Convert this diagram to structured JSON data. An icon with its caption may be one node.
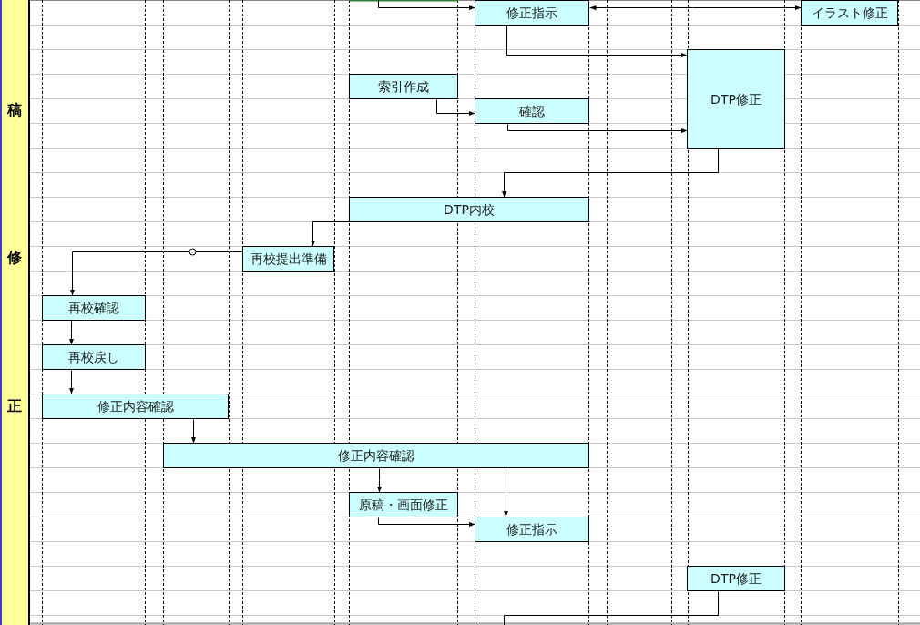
{
  "diagram": {
    "nodes": [
      {
        "text": [
          "稿",
          "修",
          "正"
        ]
      },
      {
        "text": [
          "修正指示"
        ]
      },
      {
        "text": [
          "イラスト修正"
        ]
      },
      {
        "text": [
          "DTP修正"
        ]
      },
      {
        "text": [
          "索引作成"
        ]
      },
      {
        "text": [
          "確認"
        ]
      },
      {
        "text": [
          "DTP内校"
        ]
      },
      {
        "text": [
          "再校提出準備"
        ]
      },
      {
        "text": [
          "再校確認"
        ]
      },
      {
        "text": [
          "再校戻し"
        ]
      },
      {
        "text": [
          "修正内容確認"
        ]
      },
      {
        "text": [
          "修正内容確認"
        ]
      },
      {
        "text": [
          "原稿・画面修正"
        ]
      },
      {
        "text": [
          "修正指示"
        ]
      },
      {
        "text": [
          "DTP修正"
        ]
      }
    ],
    "edges": [
      {
        "from": null,
        "to": 1,
        "arrow": "to"
      },
      {
        "from": 1,
        "to": 2,
        "arrow": "both"
      },
      {
        "from": 1,
        "to": 3,
        "arrow": "to"
      },
      {
        "from": 4,
        "to": 5,
        "arrow": "to"
      },
      {
        "from": 5,
        "to": 3,
        "arrow": "to"
      },
      {
        "from": 3,
        "to": 6,
        "arrow": "to"
      },
      {
        "from": 6,
        "to": 7,
        "arrow": "to"
      },
      {
        "from": 7,
        "to": 8,
        "arrow": "to"
      },
      {
        "from": 8,
        "to": 9,
        "arrow": "to"
      },
      {
        "from": 9,
        "to": 10,
        "arrow": "to"
      },
      {
        "from": 10,
        "to": 11,
        "arrow": "to"
      },
      {
        "from": 11,
        "to": 12,
        "arrow": "to"
      },
      {
        "from": 11,
        "to": 13,
        "arrow": "to"
      },
      {
        "from": 12,
        "to": 13,
        "arrow": "to"
      },
      {
        "from": 14,
        "to": null,
        "arrow": "none"
      }
    ]
  }
}
